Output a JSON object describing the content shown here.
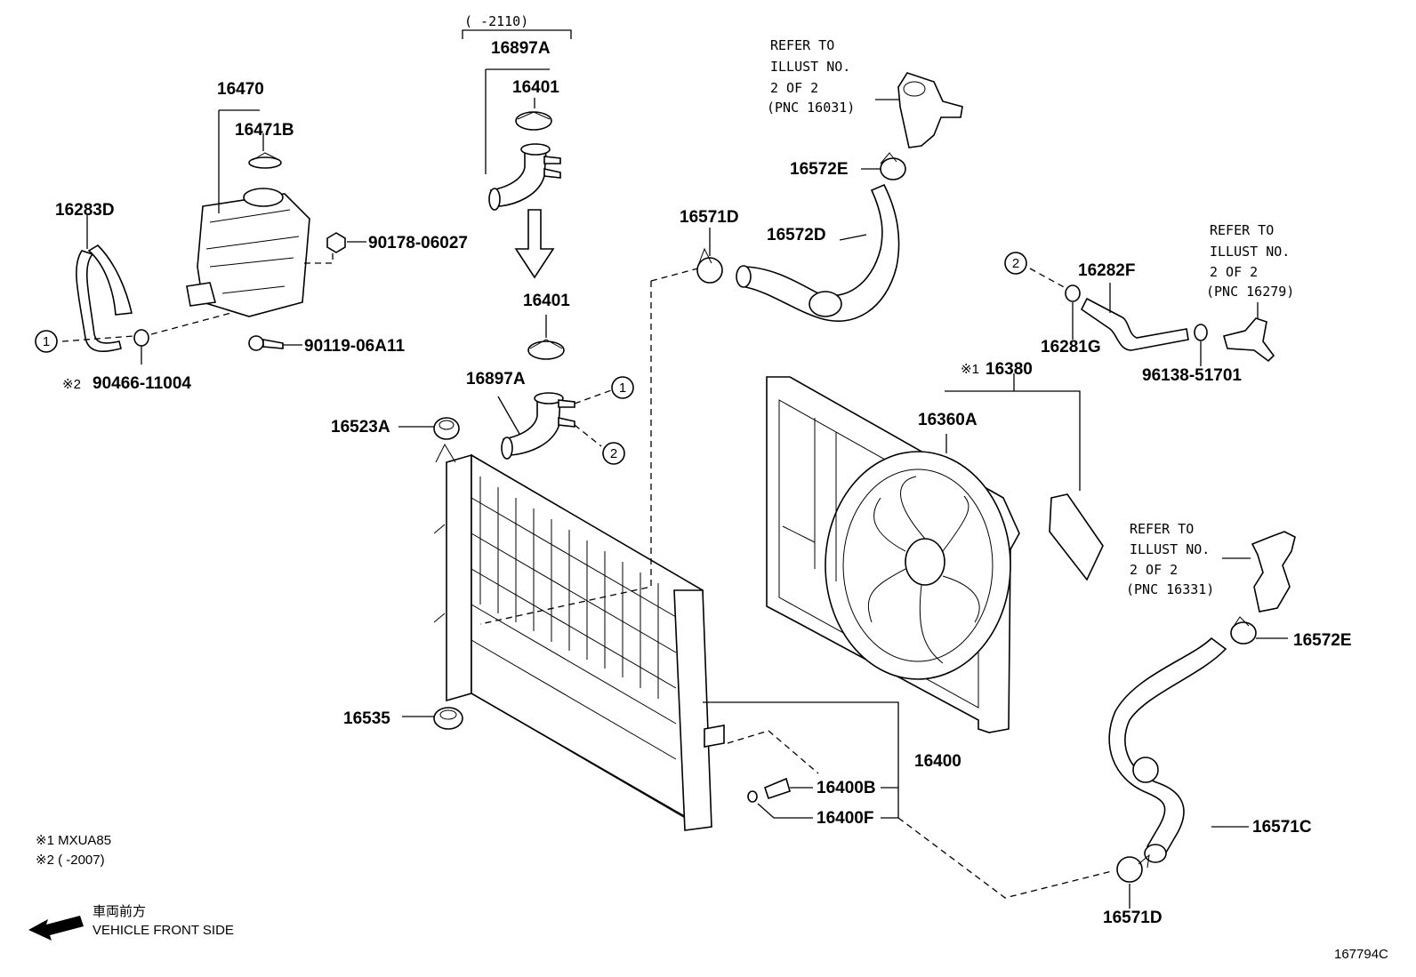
{
  "parts": {
    "p16897A_range": "(      -2110)",
    "p16897A_top": "16897A",
    "p16401_top": "16401",
    "p16470": "16470",
    "p16471B": "16471B",
    "p16283D": "16283D",
    "p90178": "90178-06027",
    "p90119": "90119-06A11",
    "p90466": "90466-11004",
    "p90466_mark": "※2",
    "p16401_mid": "16401",
    "p16897A_mid": "16897A",
    "p16523A": "16523A",
    "p16535": "16535",
    "p16571D_top": "16571D",
    "p16572D": "16572D",
    "p16572E_top": "16572E",
    "p16282F": "16282F",
    "p16281G": "16281G",
    "p96138": "96138-51701",
    "p16380": "16380",
    "p16380_mark": "※1",
    "p16360A": "16360A",
    "p16400": "16400",
    "p16400B": "16400B",
    "p16400F": "16400F",
    "p16572E_bot": "16572E",
    "p16571C": "16571C",
    "p16571D_bot": "16571D"
  },
  "refs": {
    "r1": [
      "REFER TO",
      "ILLUST NO.",
      "2 OF 2",
      "(PNC 16031)"
    ],
    "r2": [
      "REFER TO",
      "ILLUST NO.",
      "2 OF 2",
      "(PNC 16279)"
    ],
    "r3": [
      "REFER TO",
      "ILLUST NO.",
      "2 OF 2",
      "(PNC 16331)"
    ]
  },
  "circles": {
    "one": "1",
    "two": "2"
  },
  "notes": {
    "n1": "※1 MXUA85",
    "n2": "※2 (      -2007)",
    "front_jp": "車両前方",
    "front_en": "VEHICLE FRONT SIDE",
    "illust_no": "167794C"
  }
}
